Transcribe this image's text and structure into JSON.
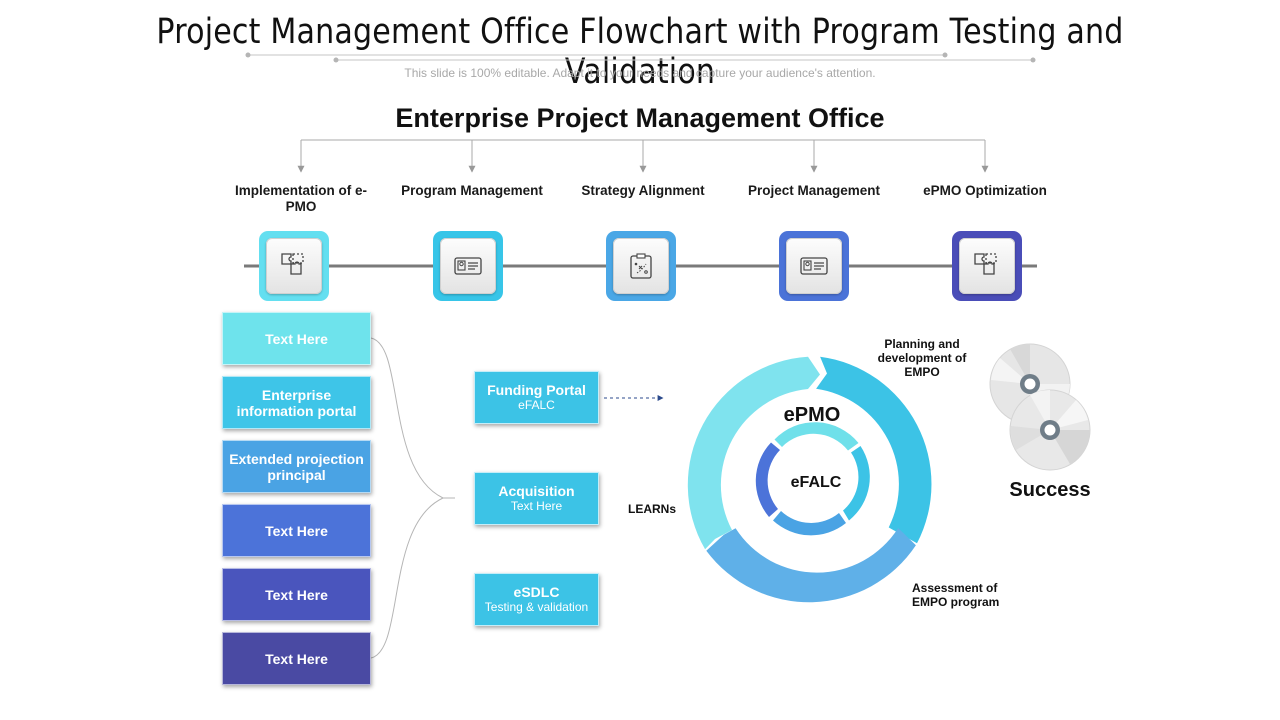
{
  "title": "Project Management Office Flowchart with Program Testing and Validation",
  "subtitle": "This slide is 100% editable. Adapt it to your needs and capture your audience's attention.",
  "section_title": "Enterprise Project Management Office",
  "stages": [
    {
      "label": "Implementation of e-PMO",
      "icon": "puzzle-icon",
      "color": "#64dff0"
    },
    {
      "label": "Program Management",
      "icon": "id-card-icon",
      "color": "#37c5e8"
    },
    {
      "label": "Strategy Alignment",
      "icon": "strategy-board-icon",
      "color": "#4aa7e6"
    },
    {
      "label": "Project Management",
      "icon": "id-card-icon",
      "color": "#4b73d8"
    },
    {
      "label": "ePMO Optimization",
      "icon": "puzzle-icon",
      "color": "#4a4db8"
    }
  ],
  "left_boxes": [
    {
      "label": "Text Here",
      "color": "#6ee3ec"
    },
    {
      "label": "Enterprise information portal",
      "color": "#3ec5e8"
    },
    {
      "label": "Extended projection principal",
      "color": "#4aa3e4"
    },
    {
      "label": "Text Here",
      "color": "#4c73d9"
    },
    {
      "label": "Text Here",
      "color": "#4a55bd"
    },
    {
      "label": "Text Here",
      "color": "#4a4aa3"
    }
  ],
  "mid_boxes": [
    {
      "title": "Funding Portal",
      "sub": "eFALC"
    },
    {
      "title": "Acquisition",
      "sub": "Text Here"
    },
    {
      "title": "eSDLC",
      "sub": "Testing & validation"
    }
  ],
  "cycle": {
    "outer_label": "ePMO",
    "inner_label": "eFALC",
    "label_top_right": "Planning and development of EMPO",
    "label_left": "LEARNs",
    "label_bottom_right": "Assessment of EMPO program"
  },
  "success_label": "Success",
  "colors": {
    "cyan_light": "#6ee3ec",
    "cyan": "#3cc3e6",
    "blue": "#4aa3e4",
    "indigo": "#4a4aa3"
  }
}
